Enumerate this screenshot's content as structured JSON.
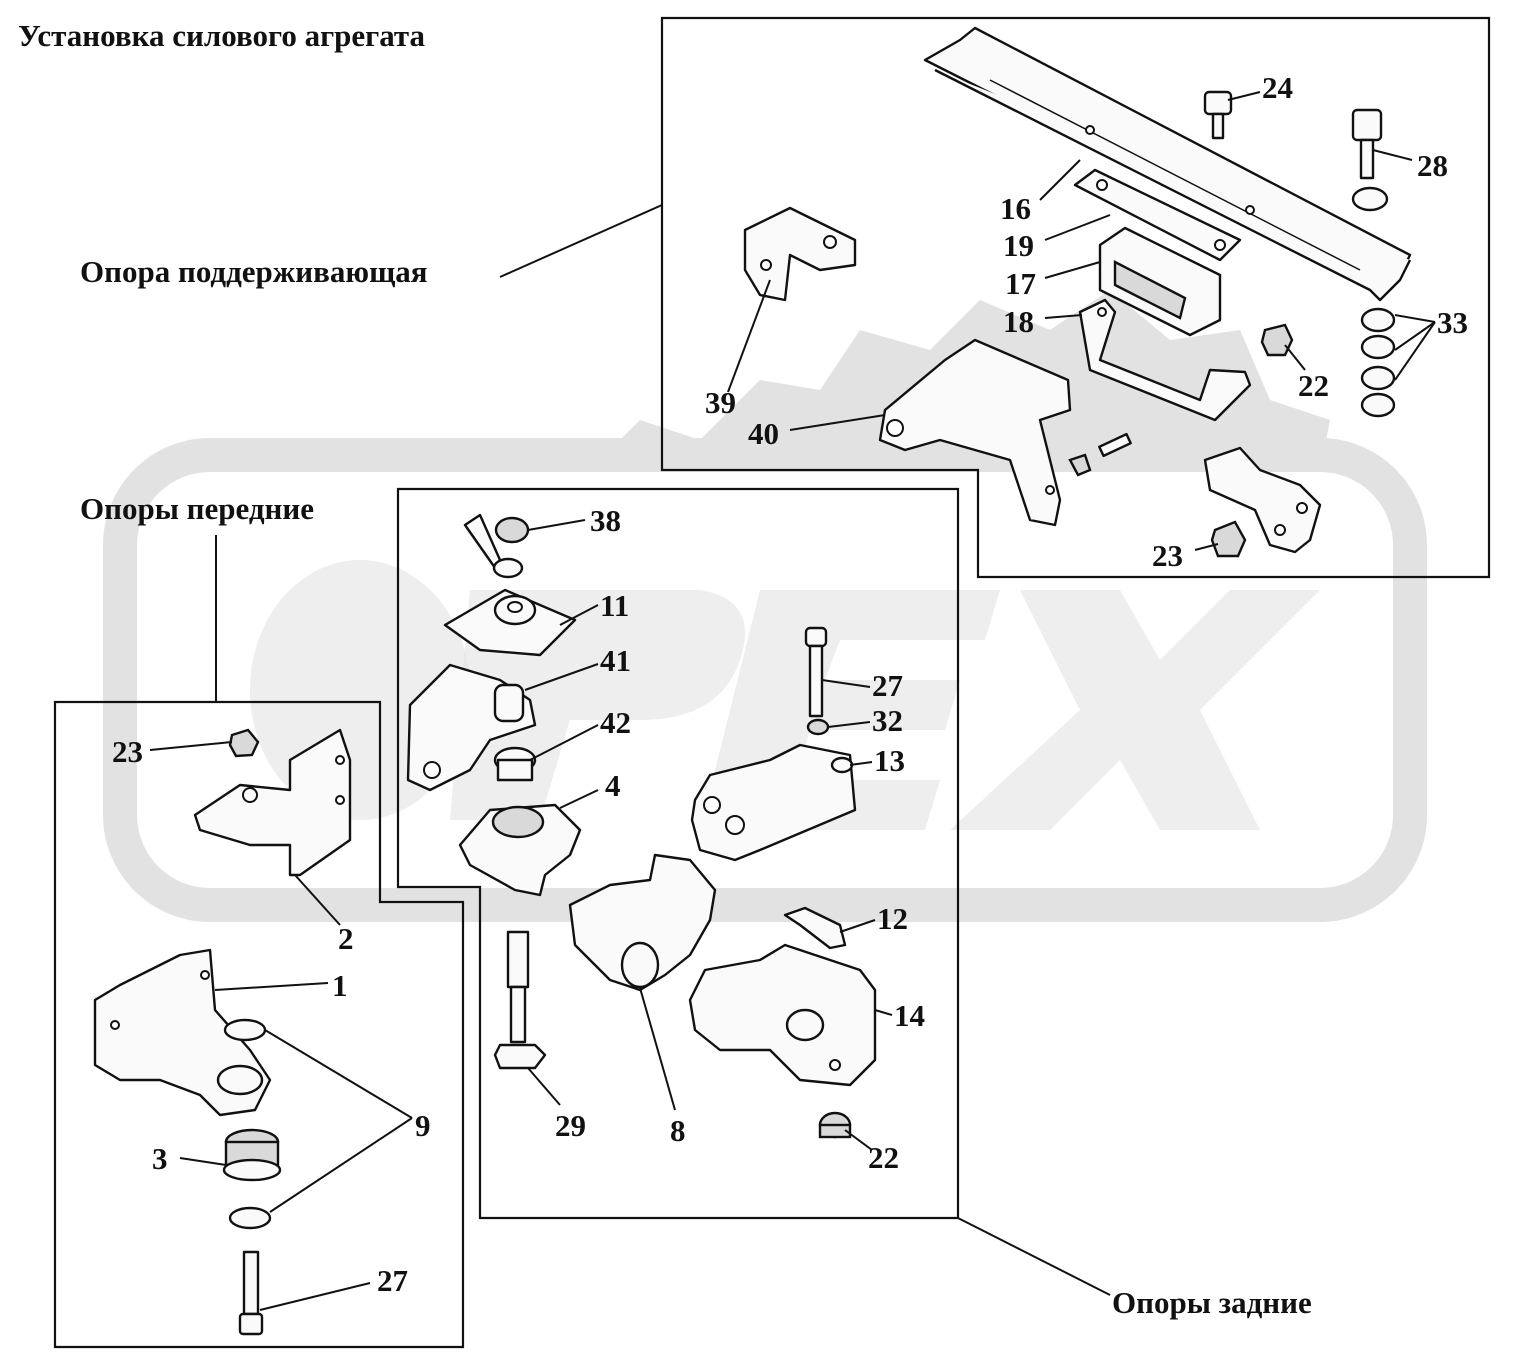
{
  "title": "Установка силового агрегата",
  "groups": {
    "support": "Опора поддерживающая",
    "front": "Опоры передние",
    "rear": "Опоры задние"
  },
  "watermark": "OPEX",
  "colors": {
    "line": "#111111",
    "watermark": "#e2e2e2",
    "background": "#ffffff"
  },
  "callouts": {
    "c24": "24",
    "c28": "28",
    "c16": "16",
    "c19": "19",
    "c17": "17",
    "c18": "18",
    "c33": "33",
    "c22a": "22",
    "c39": "39",
    "c40": "40",
    "c23a": "23",
    "c38": "38",
    "c11": "11",
    "c41": "41",
    "c42": "42",
    "c4": "4",
    "c27a": "27",
    "c32": "32",
    "c13": "13",
    "c12": "12",
    "c14": "14",
    "c29": "29",
    "c8": "8",
    "c22b": "22",
    "c23b": "23",
    "c2": "2",
    "c1": "1",
    "c9": "9",
    "c3": "3",
    "c27b": "27"
  }
}
